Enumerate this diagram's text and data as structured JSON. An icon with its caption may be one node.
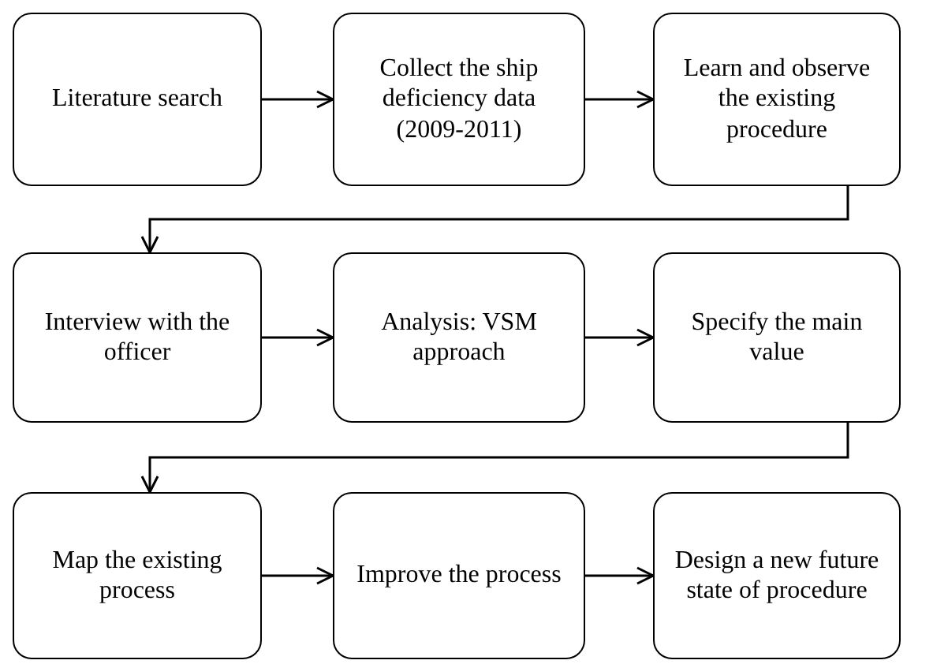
{
  "diagram": {
    "nodes": [
      {
        "text": [
          "Literature search"
        ]
      },
      {
        "text": [
          "Collect the ship deficiency data (2009-2011)"
        ]
      },
      {
        "text": [
          "Learn and observe the existing procedure"
        ]
      },
      {
        "text": [
          "Interview with the officer"
        ]
      },
      {
        "text": [
          "Analysis: VSM approach"
        ]
      },
      {
        "text": [
          "Specify the main value"
        ]
      },
      {
        "text": [
          "Map the existing process"
        ]
      },
      {
        "text": [
          "Improve the process"
        ]
      },
      {
        "text": [
          "Design a new future state of procedure"
        ]
      }
    ],
    "edges": [
      {
        "from": 0,
        "to": 1,
        "arrow": "to"
      },
      {
        "from": 1,
        "to": 2,
        "arrow": "to"
      },
      {
        "from": 2,
        "to": 3,
        "arrow": "to"
      },
      {
        "from": 3,
        "to": 4,
        "arrow": "to"
      },
      {
        "from": 4,
        "to": 5,
        "arrow": "to"
      },
      {
        "from": 5,
        "to": 6,
        "arrow": "to"
      },
      {
        "from": 6,
        "to": 7,
        "arrow": "to"
      },
      {
        "from": 7,
        "to": 8,
        "arrow": "to"
      }
    ]
  }
}
